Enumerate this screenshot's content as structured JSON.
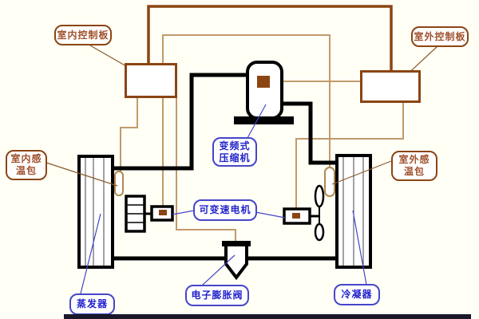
{
  "diagram": {
    "type": "schematic",
    "subject": "inverter-air-conditioner-refrigeration-and-control-diagram",
    "labels": {
      "indoor_board": "室内控制板",
      "outdoor_board": "室外控制板",
      "compressor_line1": "变频式",
      "compressor_line2": "压缩机",
      "motor": "可变速电机",
      "valve": "电子膨胀阀",
      "evaporator": "蒸发器",
      "condenser": "冷凝器",
      "indoor_sensor_line1": "室内感",
      "indoor_sensor_line2": "温包",
      "outdoor_sensor_line1": "室外感",
      "outdoor_sensor_line2": "温包"
    },
    "colors": {
      "background": "#FFFFF6",
      "pipe_black": "#000000",
      "control_board_border": "#8B4513",
      "thick_wire_brown": "#8B4513",
      "thin_wire_tan": "#C19A6B",
      "label_text_blue": "#2222CC",
      "label_border_blue": "#4646C8",
      "label_text_brown": "#A0522D",
      "terminal_brown": "#8B4513",
      "bottom_bar": "#18182A"
    }
  }
}
